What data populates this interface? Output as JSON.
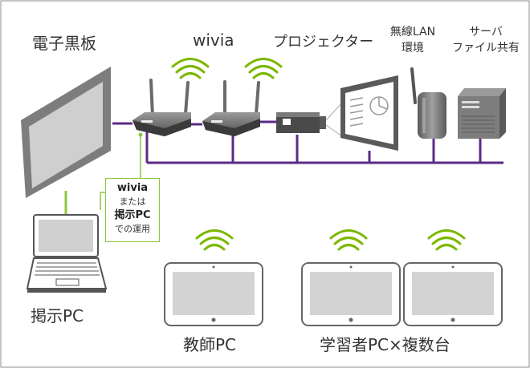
{
  "labels": {
    "whiteboard": "電子黒板",
    "wivia": "wivia",
    "projector": "プロジェクター",
    "wlan": [
      "無線LAN",
      "環境"
    ],
    "server": [
      "サーバ",
      "ファイル共有"
    ],
    "presenter_pc": "掲示PC",
    "teacher_pc": "教師PC",
    "student_pc": "学習者PC×複数台"
  },
  "callout": {
    "line1": "wivia",
    "line2": "または",
    "line3": "掲示PC",
    "line4": "での運用"
  },
  "colors": {
    "network_line": "#5b2a86",
    "wifi_green": "#7ab800",
    "accent_green": "#8cc63f",
    "frame": "#888888"
  },
  "icons": [
    "wifi-icon",
    "router-icon",
    "projector-icon",
    "screen-icon",
    "wlan-ap-icon",
    "server-icon",
    "laptop-icon",
    "tablet-icon",
    "whiteboard-icon"
  ]
}
